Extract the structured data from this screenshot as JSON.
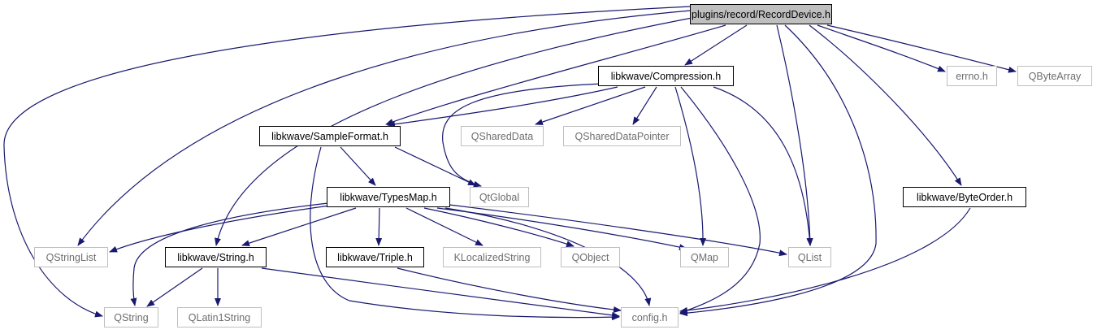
{
  "diagram": {
    "type": "include-dependency-graph",
    "edge_color": "#191970",
    "root_fill": "#bfbfbf",
    "external_border": "#bfbfbf",
    "nodes": {
      "record_device": "plugins/record/RecordDevice.h",
      "compression": "libkwave/Compression.h",
      "errno": "errno.h",
      "qbytearray": "QByteArray",
      "sample_format": "libkwave/SampleFormat.h",
      "qshareddata": "QSharedData",
      "qshareddatapointer": "QSharedDataPointer",
      "types_map": "libkwave/TypesMap.h",
      "qtglobal": "QtGlobal",
      "byte_order": "libkwave/ByteOrder.h",
      "qstringlist": "QStringList",
      "string_h": "libkwave/String.h",
      "triple": "libkwave/Triple.h",
      "klocalizedstring": "KLocalizedString",
      "qobject": "QObject",
      "qmap": "QMap",
      "qlist": "QList",
      "qstring": "QString",
      "qlatin1string": "QLatin1String",
      "config": "config.h"
    },
    "edges": [
      [
        "record_device",
        "compression"
      ],
      [
        "record_device",
        "errno"
      ],
      [
        "record_device",
        "qbytearray"
      ],
      [
        "record_device",
        "sample_format"
      ],
      [
        "record_device",
        "byte_order"
      ],
      [
        "record_device",
        "qstringlist"
      ],
      [
        "record_device",
        "string_h"
      ],
      [
        "record_device",
        "qlist"
      ],
      [
        "record_device",
        "qstring"
      ],
      [
        "record_device",
        "config"
      ],
      [
        "compression",
        "sample_format"
      ],
      [
        "compression",
        "qshareddata"
      ],
      [
        "compression",
        "qshareddatapointer"
      ],
      [
        "compression",
        "qtglobal"
      ],
      [
        "compression",
        "qmap"
      ],
      [
        "compression",
        "qlist"
      ],
      [
        "compression",
        "config"
      ],
      [
        "sample_format",
        "types_map"
      ],
      [
        "sample_format",
        "qtglobal"
      ],
      [
        "sample_format",
        "config"
      ],
      [
        "types_map",
        "qstringlist"
      ],
      [
        "types_map",
        "string_h"
      ],
      [
        "types_map",
        "triple"
      ],
      [
        "types_map",
        "klocalizedstring"
      ],
      [
        "types_map",
        "qobject"
      ],
      [
        "types_map",
        "qmap"
      ],
      [
        "types_map",
        "qlist"
      ],
      [
        "types_map",
        "qstring"
      ],
      [
        "types_map",
        "config"
      ],
      [
        "string_h",
        "qstring"
      ],
      [
        "string_h",
        "qlatin1string"
      ],
      [
        "string_h",
        "config"
      ],
      [
        "triple",
        "config"
      ],
      [
        "byte_order",
        "config"
      ]
    ]
  }
}
